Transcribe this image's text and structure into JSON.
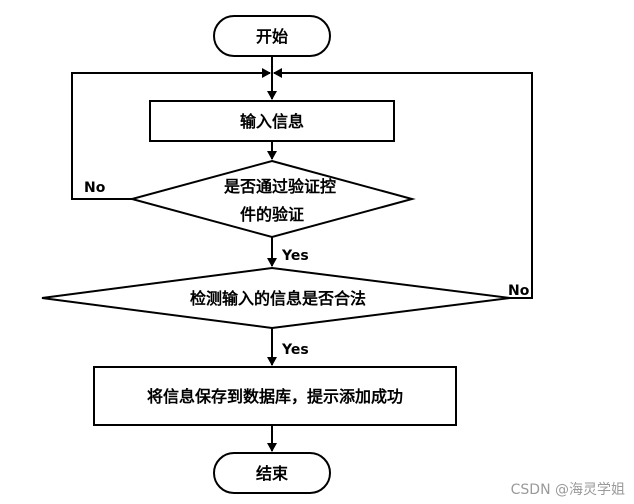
{
  "flowchart": {
    "start": "开始",
    "input": "输入信息",
    "decision1_line1": "是否通过验证控",
    "decision1_line2": "件的验证",
    "decision2": "检测输入的信息是否合法",
    "save": "将信息保存到数据库，提示添加成功",
    "end": "结束",
    "yes_label_1": "Yes",
    "yes_label_2": "Yes",
    "no_label_1": "No",
    "no_label_2": "No"
  },
  "watermark": "CSDN @海灵学姐"
}
